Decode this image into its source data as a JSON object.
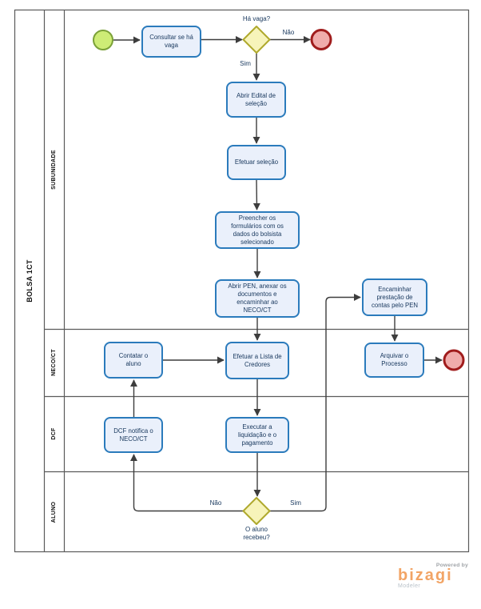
{
  "pool": {
    "label": "BOLSA 1CT"
  },
  "lanes": [
    {
      "label": "SUBUNIDADE"
    },
    {
      "label": "NECO/CT"
    },
    {
      "label": "DCF"
    },
    {
      "label": "ALUNO"
    }
  ],
  "tasks": {
    "consultar": {
      "label": "Consultar se há\nvaga"
    },
    "abrir_edital": {
      "label": "Abrir Edital de\nseleção"
    },
    "efetuar_selecao": {
      "label": "Efetuar seleção"
    },
    "preencher": {
      "label": "Preencher os\nformulários com os\ndados do bolsista\nselecionado"
    },
    "abrir_pen": {
      "label": "Abrir PEN, anexar os\ndocumentos e\nencaminhar ao\nNECO/CT"
    },
    "contatar": {
      "label": "Contatar o\naluno"
    },
    "lista_credores": {
      "label": "Efetuar a Lista de\nCredores"
    },
    "encaminhar_prestacao": {
      "label": "Encaminhar\nprestação de\ncontas pelo PEN"
    },
    "arquivar": {
      "label": "Arquivar o\nProcesso"
    },
    "dcf_notifica": {
      "label": "DCF notifica o\nNECO/CT"
    },
    "executar_liquidacao": {
      "label": "Executar a\nliquidação e o\npagamento"
    }
  },
  "gateways": {
    "ha_vaga": {
      "label": "Há vaga?"
    },
    "aluno_recebeu": {
      "label": "O aluno\nrecebeu?"
    }
  },
  "flow_labels": {
    "nao_top": "Não",
    "sim_top": "Sim",
    "nao_bottom": "Não",
    "sim_bottom": "Sim"
  },
  "colors": {
    "task_fill": "#eaf0fb",
    "task_border": "#2b7bbc",
    "task_text": "#16365c",
    "start_event_fill": "#ceec76",
    "start_event_border": "#7ba138",
    "end_event_fill": "#f0acab",
    "end_event_border": "#a01c1c",
    "gateway_fill": "#f7f4ba",
    "gateway_border": "#afa92d",
    "flow_line": "#3d3d3d",
    "lane_border": "#5b5b5b",
    "logo_orange": "#f2a465"
  },
  "branding": {
    "powered_by": "Powered by",
    "logo_text": "bizagi",
    "logo_subtitle": "Modeler"
  }
}
